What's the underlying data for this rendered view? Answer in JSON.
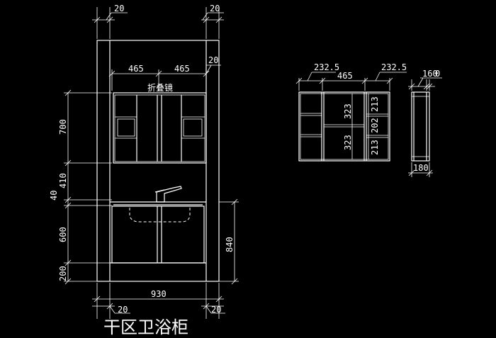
{
  "title": "干区卫浴柜",
  "mirror_label": "折叠镜",
  "front": {
    "top_offsets": [
      "20",
      "20"
    ],
    "bottom_offsets": [
      "20",
      "20"
    ],
    "mirror_widths": [
      "465",
      "465"
    ],
    "side_offset": "20",
    "total_width": "930",
    "left_heights": [
      "700",
      "410",
      "40",
      "600",
      "200"
    ],
    "right_height": "840"
  },
  "plan": {
    "top_dims": [
      "232.5",
      "465",
      "232.5"
    ],
    "inner_heights": [
      "323",
      "323",
      "213",
      "202",
      "213"
    ]
  },
  "side": {
    "top_dims": [
      "160",
      "0"
    ],
    "bottom_dim": "180"
  }
}
